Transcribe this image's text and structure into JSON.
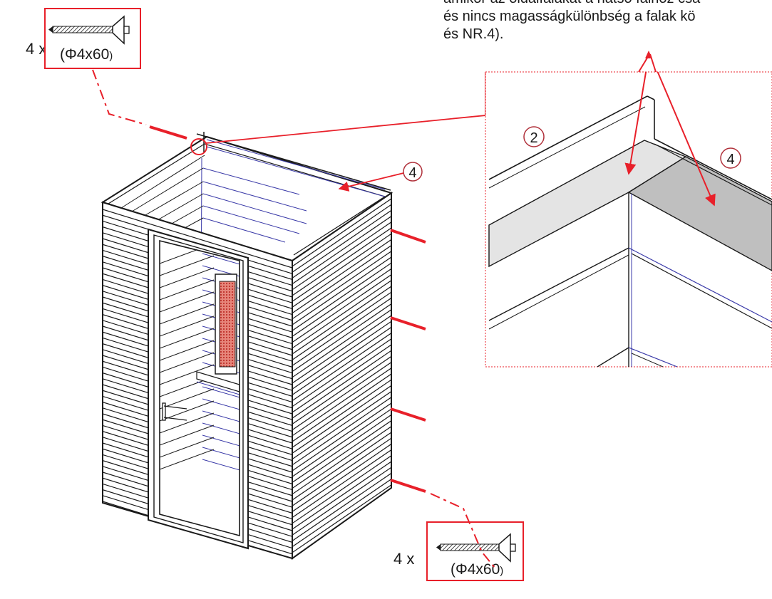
{
  "instruction_lines": [
    "amikor az oldalfalakat a hátsó falhoz csa",
    "és nincs magasságkülönbség a falak kö",
    "és NR.4)."
  ],
  "screw_top": {
    "quantity": "4 x",
    "size_main": "(Φ4x60",
    "size_tail": ")"
  },
  "screw_bottom": {
    "quantity": "4 x",
    "size_main": "(Φ4x60",
    "size_tail": ")"
  },
  "callouts": {
    "main_roof_panel": "4",
    "detail_side_wall": "2",
    "detail_roof_panel": "4"
  },
  "colors": {
    "accent_red": "#e8202a",
    "line_black": "#1a1a1a",
    "line_blue": "#3a3aa8",
    "heater_red": "#d9473a"
  }
}
